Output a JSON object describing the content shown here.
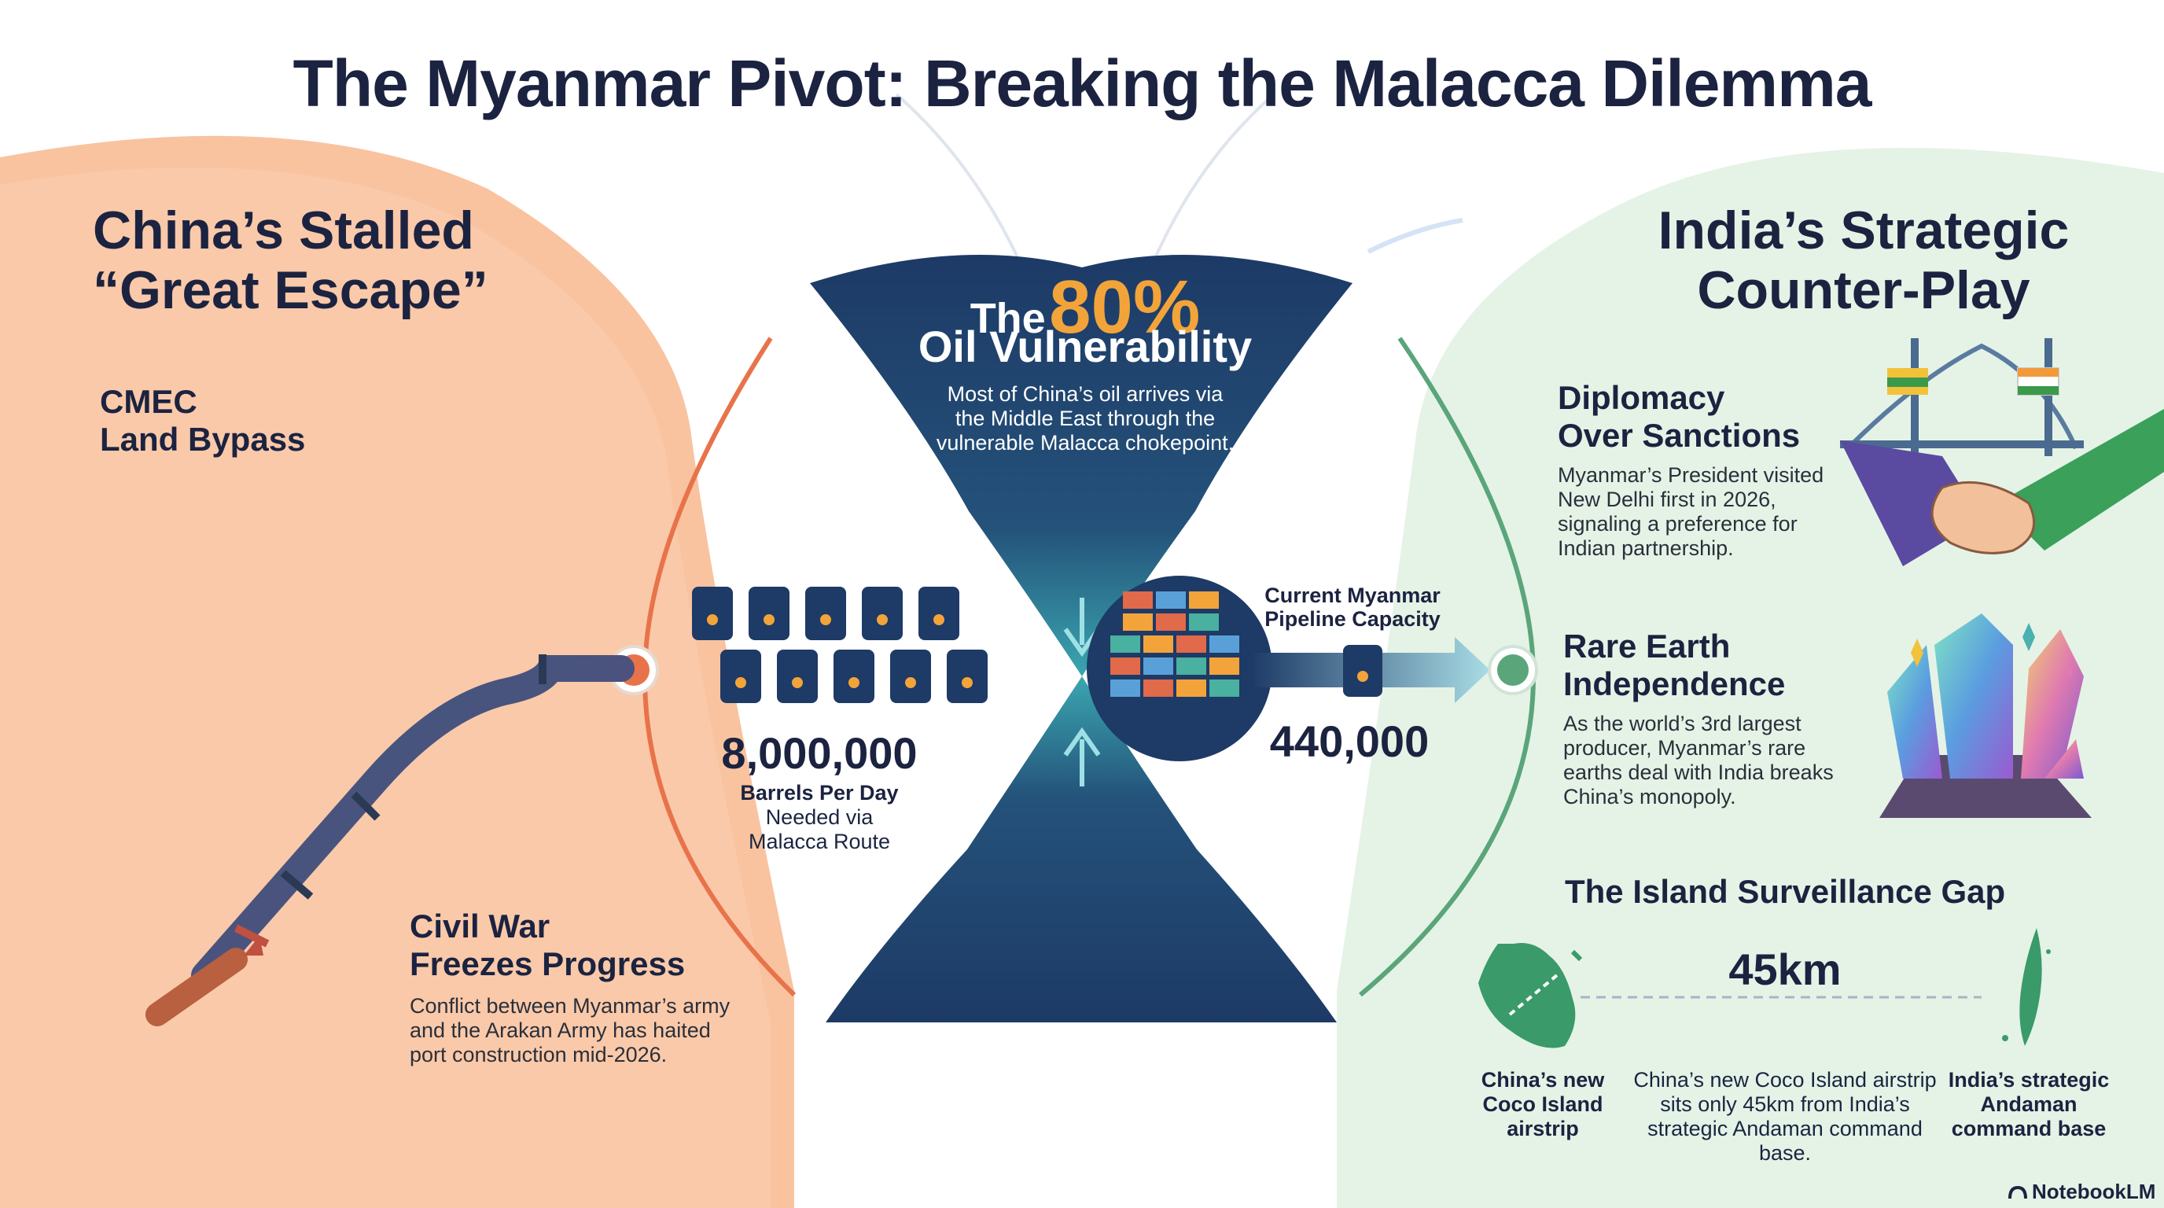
{
  "title": "The Myanmar Pivot: Breaking the Malacca Dilemma",
  "left": {
    "heading_line1": "China’s Stalled",
    "heading_line2": "“Great Escape”",
    "cmec_line1": "CMEC",
    "cmec_line2": "Land Bypass",
    "civil_war_line1": "Civil War",
    "civil_war_line2": "Freezes Progress",
    "civil_war_body_line1": "Conflict between Myanmar’s army",
    "civil_war_body_line2": "and the Arakan Army has haited",
    "civil_war_body_line3": "port construction mid-2026."
  },
  "center": {
    "the_label": "The",
    "percent": "80%",
    "vulnerability": "Oil Vulnerability",
    "desc_line1": "Most of China’s oil arrives via",
    "desc_line2": "the Middle East through the",
    "desc_line3": "vulnerable Malacca chokepoint.",
    "barrels_value": "8,000,000",
    "barrels_label": "Barrels Per Day",
    "barrels_sub1": "Needed via",
    "barrels_sub2": "Malacca Route",
    "pipeline_label1": "Current Myanmar",
    "pipeline_label2": "Pipeline Capacity",
    "pipeline_value": "440,000"
  },
  "right": {
    "heading_line1": "India’s Strategic",
    "heading_line2": "Counter-Play",
    "diplomacy_line1": "Diplomacy",
    "diplomacy_line2": "Over Sanctions",
    "diplomacy_body_line1": "Myanmar’s President visited",
    "diplomacy_body_line2": "New Delhi first in 2026,",
    "diplomacy_body_line3": "signaling a preference for",
    "diplomacy_body_line4": "Indian partnership.",
    "rare_line1": "Rare Earth",
    "rare_line2": "Independence",
    "rare_body_line1": "As the world’s 3rd largest",
    "rare_body_line2": "producer, Myanmar’s rare",
    "rare_body_line3": "earths deal with India breaks",
    "rare_body_line4": "China’s monopoly.",
    "island_heading": "The Island Surveillance Gap",
    "distance": "45km",
    "coco_line1": "China’s new",
    "coco_line2": "Coco Island",
    "coco_line3": "airstrip",
    "gap_line1": "China’s new Coco Island airstrip",
    "gap_line2": "sits only 45km from India’s",
    "gap_line3": "strategic Andaman command base.",
    "andaman_line1": "India’s strategic",
    "andaman_line2": "Andaman",
    "andaman_line3": "command base"
  },
  "brand": "NotebookLM",
  "colors": {
    "left_panel": "#f9c3a0",
    "right_panel": "#e4f3e6",
    "hourglass_dark": "#1e3a66",
    "hourglass_teal": "#2f8c9e",
    "accent_orange": "#f2a43a",
    "left_node": "#e8734a",
    "right_node": "#5aa57a",
    "title": "#1b2340"
  }
}
